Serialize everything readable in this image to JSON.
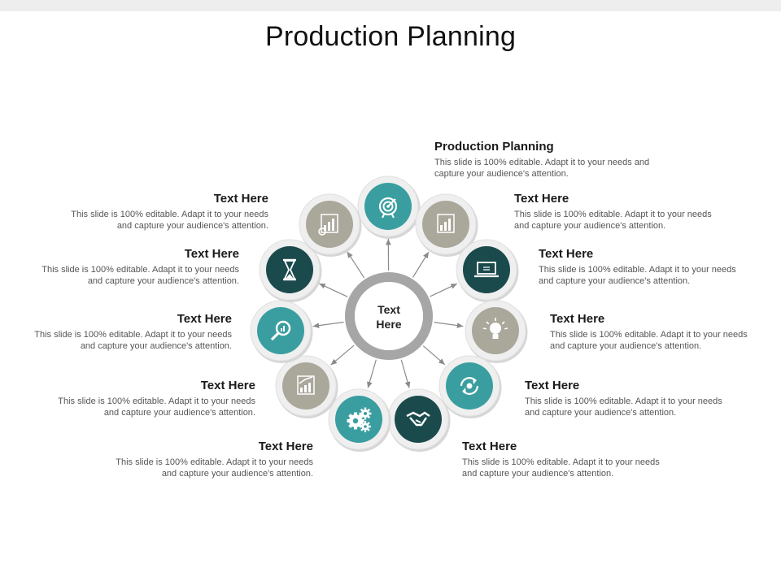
{
  "slide": {
    "title": "Production Planning",
    "center_label": "Text\nHere"
  },
  "colors": {
    "teal": "#3a9ea0",
    "dark_teal": "#1b4a4d",
    "gray": "#aaa79b",
    "ring": "#a6a6a6",
    "outer_ring": "#e4e4e4"
  },
  "items": [
    {
      "heading": "Production Planning",
      "body": "This slide is 100% editable. Adapt it to your needs and capture your audience's attention.",
      "icon": "target-icon",
      "color": "teal"
    },
    {
      "heading": "Text Here",
      "body": "This slide is 100% editable. Adapt it to your needs and capture your audience's attention.",
      "icon": "bar-chart-icon",
      "color": "gray"
    },
    {
      "heading": "Text Here",
      "body": "This slide is 100% editable. Adapt it to your needs and capture your audience's attention.",
      "icon": "laptop-icon",
      "color": "dark_teal"
    },
    {
      "heading": "Text Here",
      "body": "This slide is 100% editable. Adapt it to your needs and capture your audience's attention.",
      "icon": "lightbulb-icon",
      "color": "gray"
    },
    {
      "heading": "Text Here",
      "body": "This slide is 100% editable. Adapt it to your needs and capture your audience's attention.",
      "icon": "refresh-gear-icon",
      "color": "teal"
    },
    {
      "heading": "Text Here",
      "body": "This slide is 100% editable. Adapt it to your needs and capture your audience's attention.",
      "icon": "handshake-icon",
      "color": "dark_teal"
    },
    {
      "heading": "Text Here",
      "body": "This slide is 100% editable. Adapt it to your needs and capture your audience's attention.",
      "icon": "gears-icon",
      "color": "teal"
    },
    {
      "heading": "Text Here",
      "body": "This slide is 100% editable. Adapt it to your needs and capture your audience's attention.",
      "icon": "growth-chart-icon",
      "color": "gray"
    },
    {
      "heading": "Text Here",
      "body": "This slide is 100% editable. Adapt it to your needs and capture your audience's attention.",
      "icon": "magnifier-chart-icon",
      "color": "teal"
    },
    {
      "heading": "Text Here",
      "body": "This slide is 100% editable. Adapt it to your needs and capture your audience's attention.",
      "icon": "hourglass-icon",
      "color": "dark_teal"
    },
    {
      "heading": "Text Here",
      "body": "This slide is 100% editable. Adapt it to your needs and capture your audience's attention.",
      "icon": "chart-search-icon",
      "color": "gray"
    }
  ]
}
